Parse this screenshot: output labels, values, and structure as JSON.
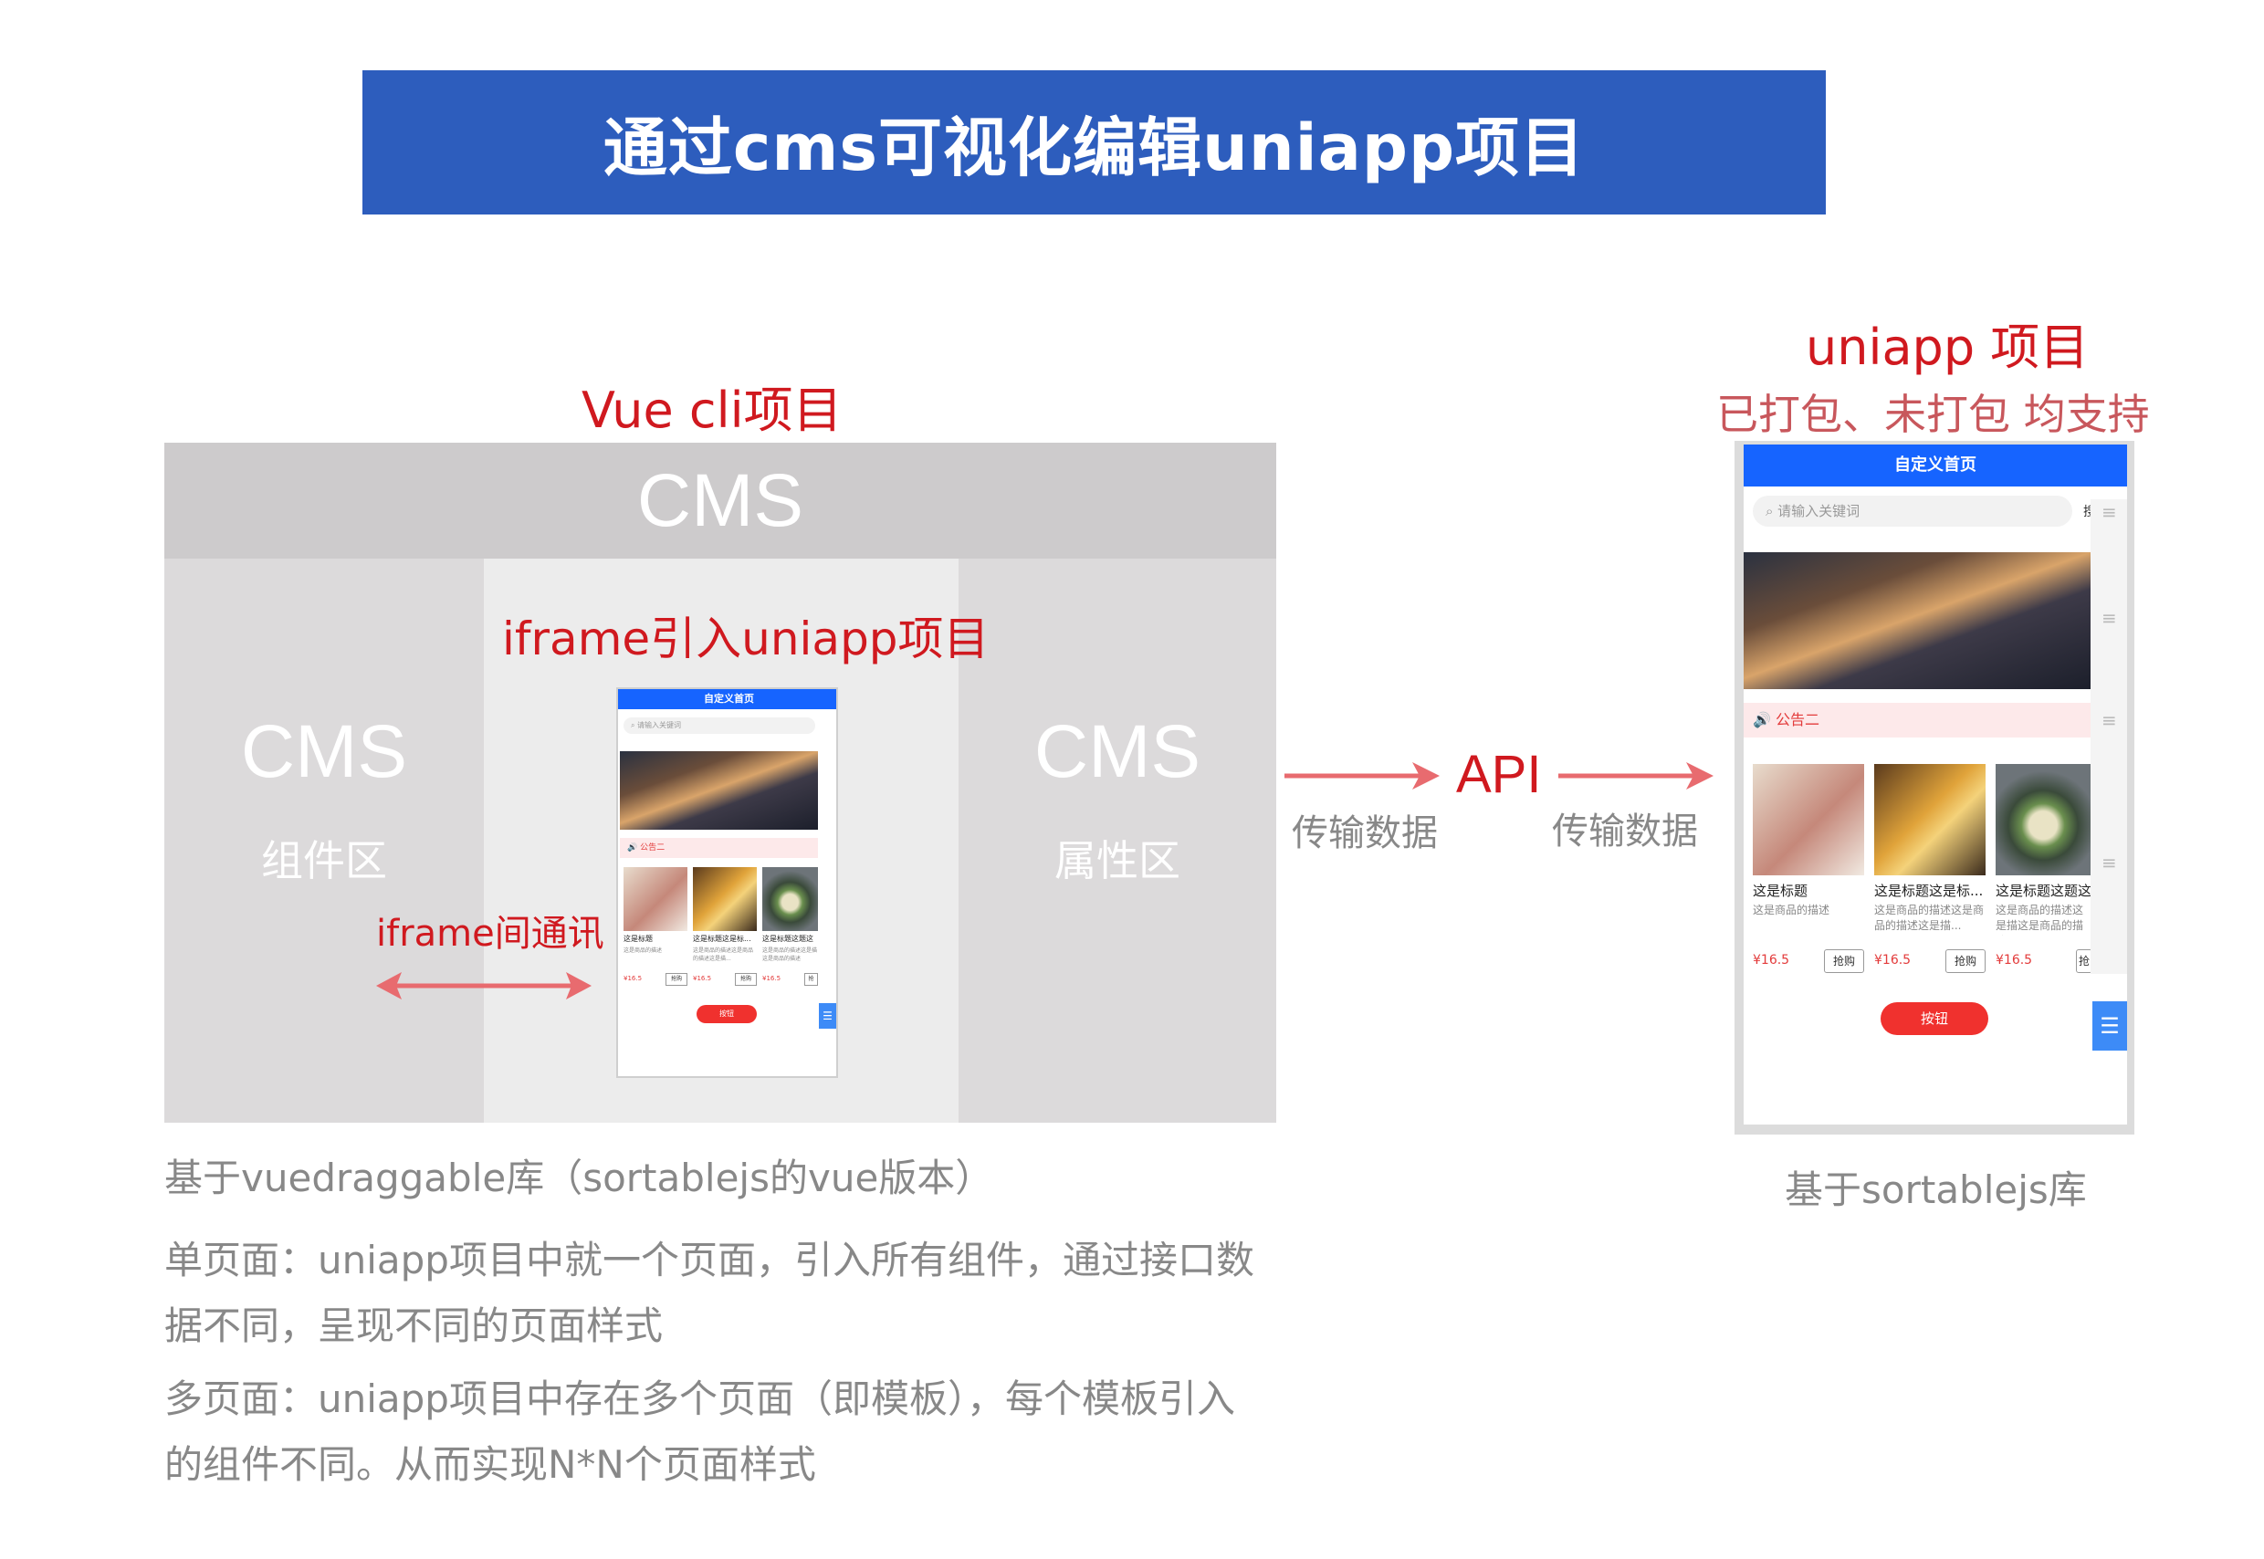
{
  "title": "通过cms可视化编辑uniapp项目",
  "vue_cli": {
    "label": "Vue cli项目",
    "cms_header": "CMS",
    "left_zone": {
      "title": "CMS",
      "subtitle": "组件区"
    },
    "right_zone": {
      "title": "CMS",
      "subtitle": "属性区"
    },
    "iframe_label": "iframe引入uniapp项目",
    "iframe_comm_label": "iframe间通讯"
  },
  "api": {
    "label": "API",
    "left_arrow_label": "传输数据",
    "right_arrow_label": "传输数据"
  },
  "uniapp": {
    "label": "uniapp 项目",
    "sublabel": "已打包、未打包 均支持",
    "footer": "基于sortablejs库"
  },
  "phone": {
    "header": "自定义首页",
    "search_placeholder": "请输入关键词",
    "search_side": "搜",
    "notice": "公告二",
    "cards": [
      {
        "title": "这是标题",
        "desc": "这是商品的描述",
        "price": "¥16.5",
        "buy": "抢购"
      },
      {
        "title": "这是标题这是标...",
        "desc": "这是商品的描述这是商品的描述这是描...",
        "price": "¥16.5",
        "buy": "抢购"
      },
      {
        "title": "这是标题这题这",
        "desc": "这是商品的描述这是描这是商品的描述",
        "price": "¥16.5",
        "buy": "抢"
      }
    ],
    "button": "按钮",
    "menu_icon": "☰"
  },
  "notes": {
    "library": "基于vuedraggable库（sortablejs的vue版本）",
    "single_page_1": "单页面：uniapp项目中就一个页面，引入所有组件，通过接口数",
    "single_page_2": "据不同，呈现不同的页面样式",
    "multi_page_1": "多页面：uniapp项目中存在多个页面（即模板），每个模板引入",
    "multi_page_2": "的组件不同。从而实现N*N个页面样式"
  },
  "colors": {
    "banner": "#2d5dbd",
    "accent_red": "#d0191f",
    "arrow": "#e86b6f",
    "phone_header": "#1664ff"
  }
}
